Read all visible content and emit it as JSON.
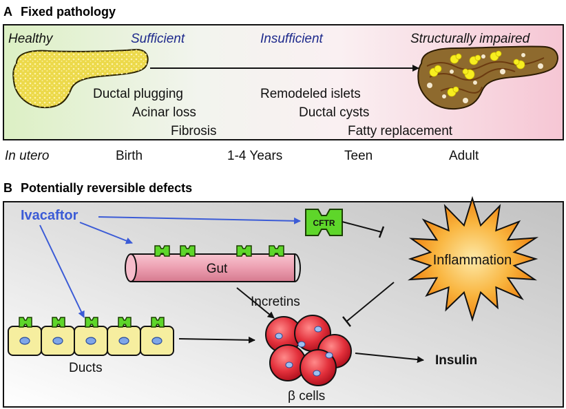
{
  "panel_a": {
    "letter": "A",
    "title": "Fixed pathology",
    "stages": [
      "Healthy",
      "Sufficient",
      "Insufficient",
      "Structurally impaired"
    ],
    "early_changes": [
      "Ductal plugging",
      "Acinar loss",
      "Fibrosis"
    ],
    "late_changes": [
      "Remodeled islets",
      "Ductal cysts",
      "Fatty replacement"
    ],
    "timeline": [
      "In utero",
      "Birth",
      "1-4 Years",
      "Teen",
      "Adult"
    ]
  },
  "panel_b": {
    "letter": "B",
    "title": "Potentially reversible defects",
    "drug": "Ivacaftor",
    "cftr_label": "CFTR",
    "gut_label": "Gut",
    "incretins_label": "Incretins",
    "inflammation_label": "Inflammation",
    "ducts_label": "Ducts",
    "beta_cells_label": "β cells",
    "insulin_label": "Insulin"
  },
  "colors": {
    "drug_blue": "#3b5bd6",
    "stage_blue": "#1e2a8c",
    "cftr_green": "#5ed62a",
    "gut_pink": "#f2a7b7",
    "cell_red": "#e0283a",
    "duct_yellow": "#f6ee9f",
    "healthy_pancreas": "#ecd94a",
    "impaired_pancreas": "#8e6a2e",
    "inflammation_orange": "#f79a1c"
  }
}
